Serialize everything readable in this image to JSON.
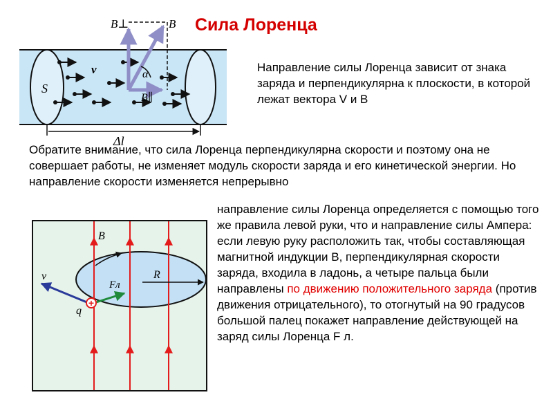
{
  "title": "Сила Лоренца",
  "paragraph1": "Направление силы Лоренца зависит от знака заряда и перпендикулярна к плоскости, в которой лежат вектора V и В",
  "paragraph2": "Обратите внимание, что сила Лоренца перпендикулярна скорости и поэтому она не совершает работы, не изменяет модуль скорости заряда и его кинетической энергии. Но направление скорости изменяется непрерывно",
  "paragraph3": {
    "before": "направление силы Лоренца определяется с помощью того же правила левой руки, что и направление силы Ампера: если левую руку расположить так, чтобы составляющая магнитной индукции B, перпендикулярная скорости заряда, входила в ладонь, а четыре пальца были направлены ",
    "highlight": "по движению положительного заряда",
    "after": " (против движения отрицательного), то отогнутый на 90 градусов большой палец покажет направление действующей на заряд силы Лоренца F л."
  },
  "figure1": {
    "label_b_perp": "B⊥",
    "label_b": "B",
    "label_v": "v",
    "label_alpha": "α",
    "label_b_par": "B∥",
    "label_s": "S",
    "label_length": "Δl"
  },
  "figure2": {
    "label_b": "B",
    "label_v": "v",
    "label_f": "Fл",
    "label_r": "R",
    "label_q": "q",
    "label_plus": "+"
  },
  "colors": {
    "title": "#d40000",
    "highlight": "#e00000",
    "conductor_fill": "#c9e6f6",
    "panel_fill": "#e6f3ea",
    "field_lines": "#e31b1b",
    "force_arrow": "#1e8a3a",
    "velocity_arrow": "#2a3a9a"
  }
}
